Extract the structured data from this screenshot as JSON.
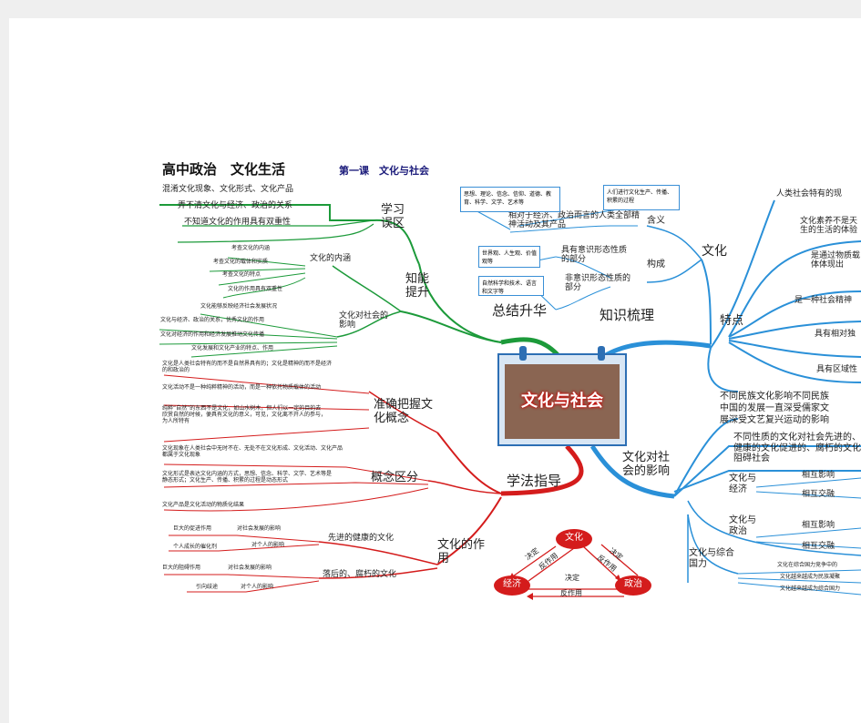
{
  "title": "高中政治　文化生活",
  "subtitle": "第一课　文化与社会",
  "colors": {
    "green": "#1c9a3a",
    "red": "#d41c1c",
    "blue": "#2a90d8",
    "card_frame": "#2d6fb4"
  },
  "center": {
    "label": "文化与社会"
  },
  "branches": {
    "summary": "总结升华",
    "knowledge": "知识梳理",
    "method": "学法指导",
    "influence": "文化对社会的影响"
  },
  "summary": {
    "mistakes": {
      "label": "学习误区",
      "items": [
        "混淆文化现象、文化形式、文化产品",
        "弄不清文化与经济、政治的关系",
        "不知道文化的作用具有双重性"
      ]
    },
    "improve": {
      "label": "知能提升",
      "connotation": {
        "label": "文化的内涵",
        "items": [
          "考查文化的内涵",
          "考查文化的载体和实质",
          "考查文化的特点",
          "文化的作用具有双重性"
        ]
      },
      "social": {
        "label": "文化对社会的影响",
        "items": [
          "文化能够反映经济社会发展状况",
          "文化与经济、政治的关系，优秀文化的作用",
          "文化对经济的作用和经济发展推动文化传播",
          "文化发展和文化产业的特点、作用"
        ]
      }
    }
  },
  "method": {
    "grasp": {
      "label": "准确把握文化概念",
      "items": [
        "文化是人类社会特有的而不是自然界具有的；文化是精神的而不是经济的和政治的",
        "文化活动不是一种纯粹精神的活动，而是一种依托物质载体的活动",
        "纯粹“自然”的东西不是文化，如山水树木，但人们以一定的目的去欣赏自然的时候，便具有文化的意义，可见，文化离不开人的参与，为人所特有"
      ]
    },
    "distinguish": {
      "label": "概念区分",
      "items": [
        "文化现象在人类社会中无时不在、无处不在文化形成、文化活动、文化产品都属于文化现象",
        "文化形式是表达文化内涵的方式，思想、信念、科学、文学、艺术等是静态形式；文化生产、传播、积累的过程是动态形式",
        "文化产品是文化活动的物质化结果"
      ]
    },
    "role": {
      "label": "文化的作用",
      "advanced": {
        "label": "先进的健康的文化",
        "items": [
          {
            "a": "巨大的促进作用",
            "b": "对社会发展的影响"
          },
          {
            "a": "个人成长的催化剂",
            "b": "对个人的影响"
          }
        ]
      },
      "backward": {
        "label": "落后的、腐朽的文化",
        "items": [
          {
            "a": "巨大的阻碍作用",
            "b": "对社会发展的影响"
          },
          {
            "a": "引向歧途",
            "b": "对个人的影响"
          }
        ]
      }
    },
    "triangle": {
      "culture": "文化",
      "economy": "经济",
      "politics": "政治",
      "decide": "决定",
      "react": "反作用"
    }
  },
  "knowledge": {
    "culture": "文化",
    "meaning": {
      "label": "含义",
      "text": "相对于经济、政治而言的人类全部精神活动及其产品",
      "box1": "思想、理论、信念、信仰、道德、教育、科学、文学、艺术等",
      "box2": "人们进行文化生产、传播、积累的过程"
    },
    "structure": {
      "label": "构成",
      "form": "具有意识形态性质的部分",
      "nonform": "非意识形态性质的部分",
      "box1": "世界观、人生观、价值观等",
      "box2": "自然科学和技术、语言和文字等"
    },
    "features": {
      "label": "特点",
      "items": [
        "人类社会特有的现",
        "文化素养不是天生的生活的体验",
        "是通过物质载体体现出",
        "是一种社会精神",
        "具有相对独",
        "具有区域性"
      ]
    }
  },
  "influence": {
    "lines": [
      "不同民族文化影响不同民族",
      "中国的发展一直深受儒家文",
      "展深受文艺复兴运动的影响"
    ],
    "nature": "不同性质的文化对社会先进的、健康的文化促进的、腐朽的文化阻碍社会",
    "econ": {
      "label": "文化与经济",
      "items": [
        "相互影响",
        "相互交融"
      ]
    },
    "politics": {
      "label": "文化与政治",
      "items": [
        "相互影响",
        "相互交融"
      ]
    },
    "power": {
      "label": "文化与综合国力",
      "items": [
        "文化在综合国力竞争中的",
        "文化越来越成为民族凝聚",
        "文化越来越成为综合国力"
      ]
    }
  }
}
